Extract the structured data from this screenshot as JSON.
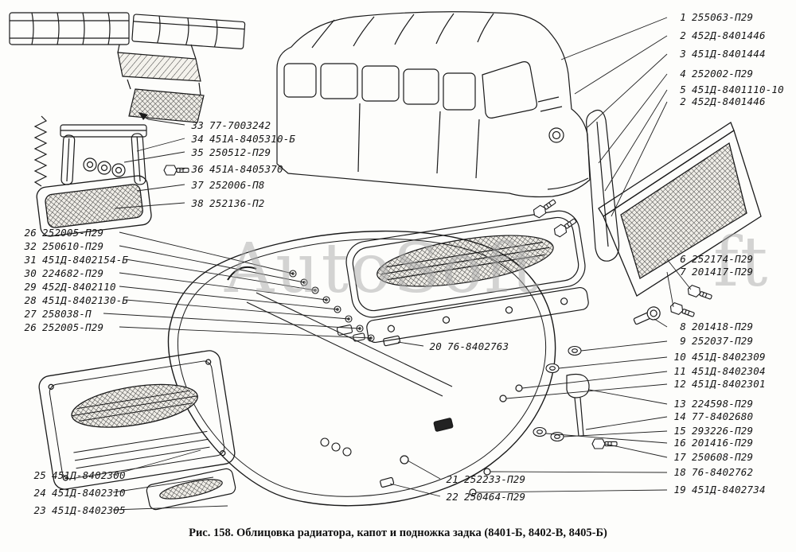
{
  "watermark": "AutoSoft",
  "watermark_fragment": "ft",
  "caption": "Рис. 158. Облицовка радиатора, капот и подножка задка (8401-Б, 8402-В, 8405-Б)",
  "right_column": [
    {
      "num": "1",
      "part": "255063-П29"
    },
    {
      "num": "2",
      "part": "452Д-8401446"
    },
    {
      "num": "3",
      "part": "451Д-8401444"
    },
    {
      "num": "4",
      "part": "252002-П29"
    },
    {
      "num": "5",
      "part": "451Д-8401110-10"
    },
    {
      "num": "2",
      "part": "452Д-8401446"
    },
    {
      "num": "6",
      "part": "252174-П29"
    },
    {
      "num": "7",
      "part": "201417-П29"
    },
    {
      "num": "8",
      "part": "201418-П29"
    },
    {
      "num": "9",
      "part": "252037-П29"
    },
    {
      "num": "10",
      "part": "451Д-8402309"
    },
    {
      "num": "11",
      "part": "451Д-8402304"
    },
    {
      "num": "12",
      "part": "451Д-8402301"
    },
    {
      "num": "13",
      "part": "224598-П29"
    },
    {
      "num": "14",
      "part": "77-8402680"
    },
    {
      "num": "15",
      "part": "293226-П29"
    },
    {
      "num": "16",
      "part": "201416-П29"
    },
    {
      "num": "17",
      "part": "250608-П29"
    },
    {
      "num": "18",
      "part": "76-8402762"
    },
    {
      "num": "19",
      "part": "451Д-8402734"
    }
  ],
  "left_column": [
    {
      "num": "26",
      "part": "252005-П29"
    },
    {
      "num": "32",
      "part": "250610-П29"
    },
    {
      "num": "31",
      "part": "451Д-8402154-Б"
    },
    {
      "num": "30",
      "part": "224682-П29"
    },
    {
      "num": "29",
      "part": "452Д-8402110"
    },
    {
      "num": "28",
      "part": "451Д-8402130-Б"
    },
    {
      "num": "27",
      "part": "258038-П"
    },
    {
      "num": "26",
      "part": "252005-П29"
    }
  ],
  "mid_left_column": [
    {
      "num": "33",
      "part": "77-7003242"
    },
    {
      "num": "34",
      "part": "451А-8405310-Б"
    },
    {
      "num": "35",
      "part": "250512-П29"
    },
    {
      "num": "36",
      "part": "451А-8405370"
    },
    {
      "num": "37",
      "part": "252006-П8"
    },
    {
      "num": "38",
      "part": "252136-П2"
    }
  ],
  "bottom_left_column": [
    {
      "num": "25",
      "part": "451Д-8402300"
    },
    {
      "num": "24",
      "part": "451Д-8402310"
    },
    {
      "num": "23",
      "part": "451Д-8402305"
    }
  ],
  "inline_labels": [
    {
      "num": "20",
      "part": "76-8402763"
    },
    {
      "num": "21",
      "part": "252233-П29"
    },
    {
      "num": "22",
      "part": "250464-П29"
    }
  ]
}
